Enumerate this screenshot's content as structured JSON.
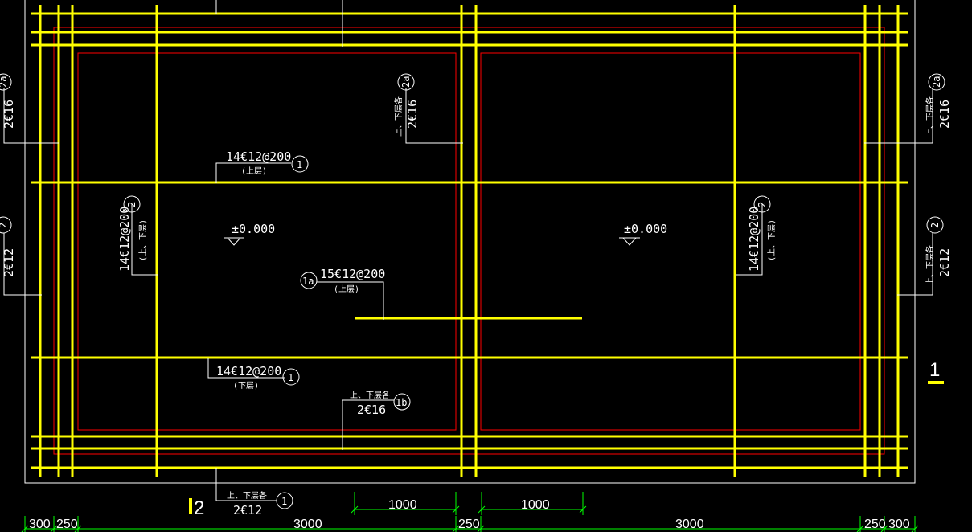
{
  "drawing": {
    "elevation_left": "±0.000",
    "elevation_right": "±0.000",
    "section_mark_bottom": "2",
    "section_mark_right": "1",
    "bar_top_main": "14€12@200",
    "bar_top_main_layer": "(上层)",
    "bar_top_main_id": "1",
    "bar_mid": "15€12@200",
    "bar_mid_layer": "(上层)",
    "bar_mid_id": "1a",
    "bar_bottom_main": "14€12@200",
    "bar_bottom_main_layer": "(下层)",
    "bar_bottom_main_id": "1",
    "bar_bottom_1b": "2€16",
    "bar_bottom_1b_layer": "上、下层各",
    "bar_bottom_1b_id": "1b",
    "bar_bottom_edge": "2€12",
    "bar_bottom_edge_layer": "上、下层各",
    "bar_bottom_edge_id": "1",
    "bar_left_vertical": "14€12@200",
    "bar_left_vertical_layer": "(上、下层)",
    "bar_left_vertical_id": "2",
    "bar_right_vertical": "14€12@200",
    "bar_right_vertical_layer": "(上、下层)",
    "bar_right_vertical_id": "2",
    "bar_center_top": "2€16",
    "bar_center_top_layer": "上、下层各",
    "bar_center_top_id": "2a",
    "bar_right_top": "2€16",
    "bar_right_top_layer": "上、下层各",
    "bar_right_top_id": "2a",
    "bar_right_mid": "2€12",
    "bar_right_mid_layer": "上、下层各",
    "bar_right_mid_id": "2",
    "bar_left_top": "2€16",
    "bar_left_top_id": "2a",
    "bar_left_mid": "2€12",
    "bar_left_mid_id": "2"
  },
  "dimensions": {
    "upper_left": "1000",
    "upper_right": "1000",
    "bottom": [
      "300",
      "250",
      "3000",
      "250",
      "3000",
      "250",
      "300"
    ]
  },
  "colors": {
    "rebar": "#ffff00",
    "outline": "#ff0000",
    "border": "#ffffff",
    "dimension": "#00ff00",
    "leader": "#ffffff"
  }
}
